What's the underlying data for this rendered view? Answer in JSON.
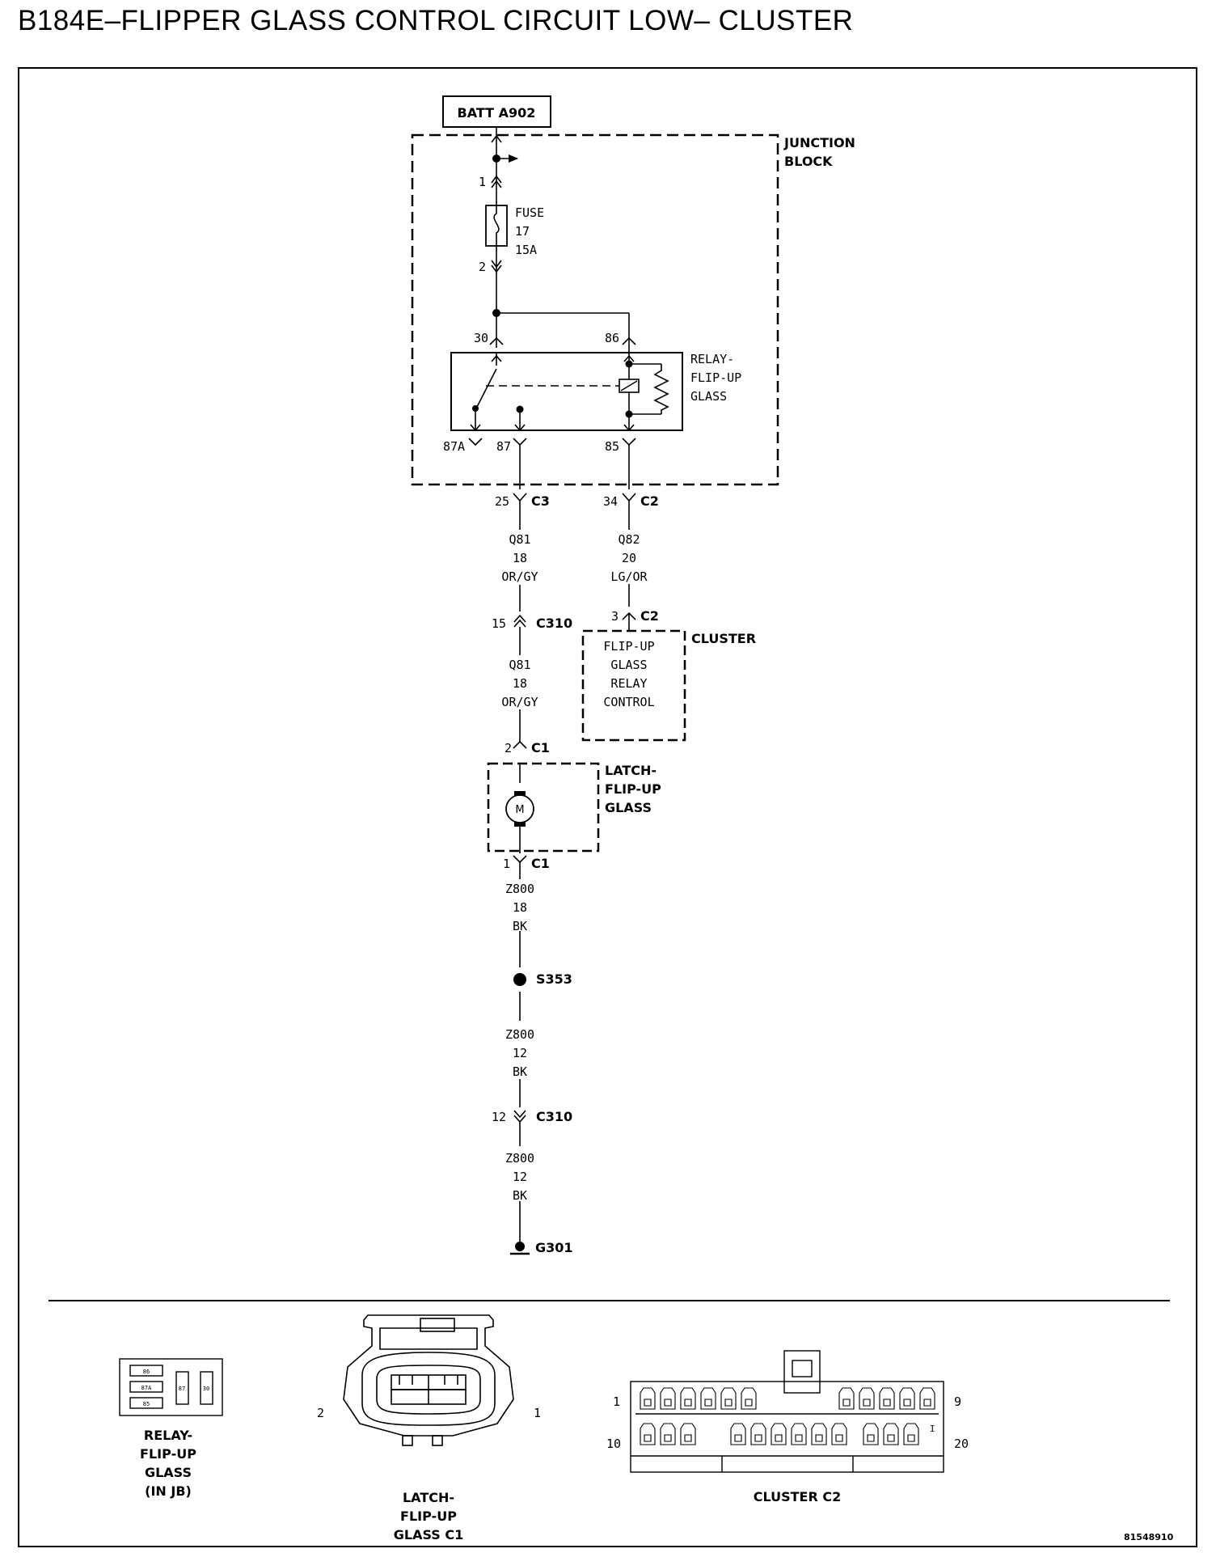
{
  "title": "B184E–FLIPPER GLASS CONTROL CIRCUIT LOW– CLUSTER",
  "source": {
    "label": "BATT A902"
  },
  "junction_block": {
    "label_line1": "JUNCTION",
    "label_line2": "BLOCK"
  },
  "fuse": {
    "pin_in": "1",
    "pin_out": "2",
    "name": "FUSE",
    "number": "17",
    "rating": "15A"
  },
  "relay": {
    "label_line1": "RELAY-",
    "label_line2": "FLIP-UP",
    "label_line3": "GLASS",
    "pin_30": "30",
    "pin_86": "86",
    "pin_87a": "87A",
    "pin_87": "87",
    "pin_85": "85"
  },
  "left_circuit": {
    "conn1_pin": "25",
    "conn1_name": "C3",
    "wire1": {
      "circuit": "Q81",
      "gauge": "18",
      "color": "OR/GY"
    },
    "conn2_pin": "15",
    "conn2_name": "C310",
    "wire2": {
      "circuit": "Q81",
      "gauge": "18",
      "color": "OR/GY"
    },
    "latch_pin_top": "2",
    "latch_conn": "C1",
    "latch_pin_bottom": "1",
    "latch_conn_bottom": "C1",
    "wire3": {
      "circuit": "Z800",
      "gauge": "18",
      "color": "BK"
    },
    "splice": "S353",
    "wire4": {
      "circuit": "Z800",
      "gauge": "12",
      "color": "BK"
    },
    "conn3_pin": "12",
    "conn3_name": "C310",
    "wire5": {
      "circuit": "Z800",
      "gauge": "12",
      "color": "BK"
    },
    "ground": "G301"
  },
  "right_circuit": {
    "conn1_pin": "34",
    "conn1_name": "C2",
    "wire1": {
      "circuit": "Q82",
      "gauge": "20",
      "color": "LG/OR"
    },
    "conn2_pin": "3",
    "conn2_name": "C2"
  },
  "cluster": {
    "label": "CLUSTER",
    "module_line1": "FLIP-UP",
    "module_line2": "GLASS",
    "module_line3": "RELAY",
    "module_line4": "CONTROL"
  },
  "latch": {
    "label_line1": "LATCH-",
    "label_line2": "FLIP-UP",
    "label_line3": "GLASS",
    "motor": "M"
  },
  "connector_views": {
    "relay": {
      "caption_line1": "RELAY-",
      "caption_line2": "FLIP-UP",
      "caption_line3": "GLASS",
      "caption_line4": "(IN JB)",
      "pins": [
        "86",
        "87A",
        "85",
        "87",
        "30"
      ]
    },
    "latch": {
      "caption_line1": "LATCH-",
      "caption_line2": "FLIP-UP",
      "caption_line3": "GLASS C1",
      "pin_left": "2",
      "pin_right": "1"
    },
    "cluster": {
      "caption": "CLUSTER C2",
      "pin_1": "1",
      "pin_9": "9",
      "pin_10": "10",
      "pin_20": "20",
      "pin_mark": "I"
    }
  },
  "figure_id": "81548910"
}
